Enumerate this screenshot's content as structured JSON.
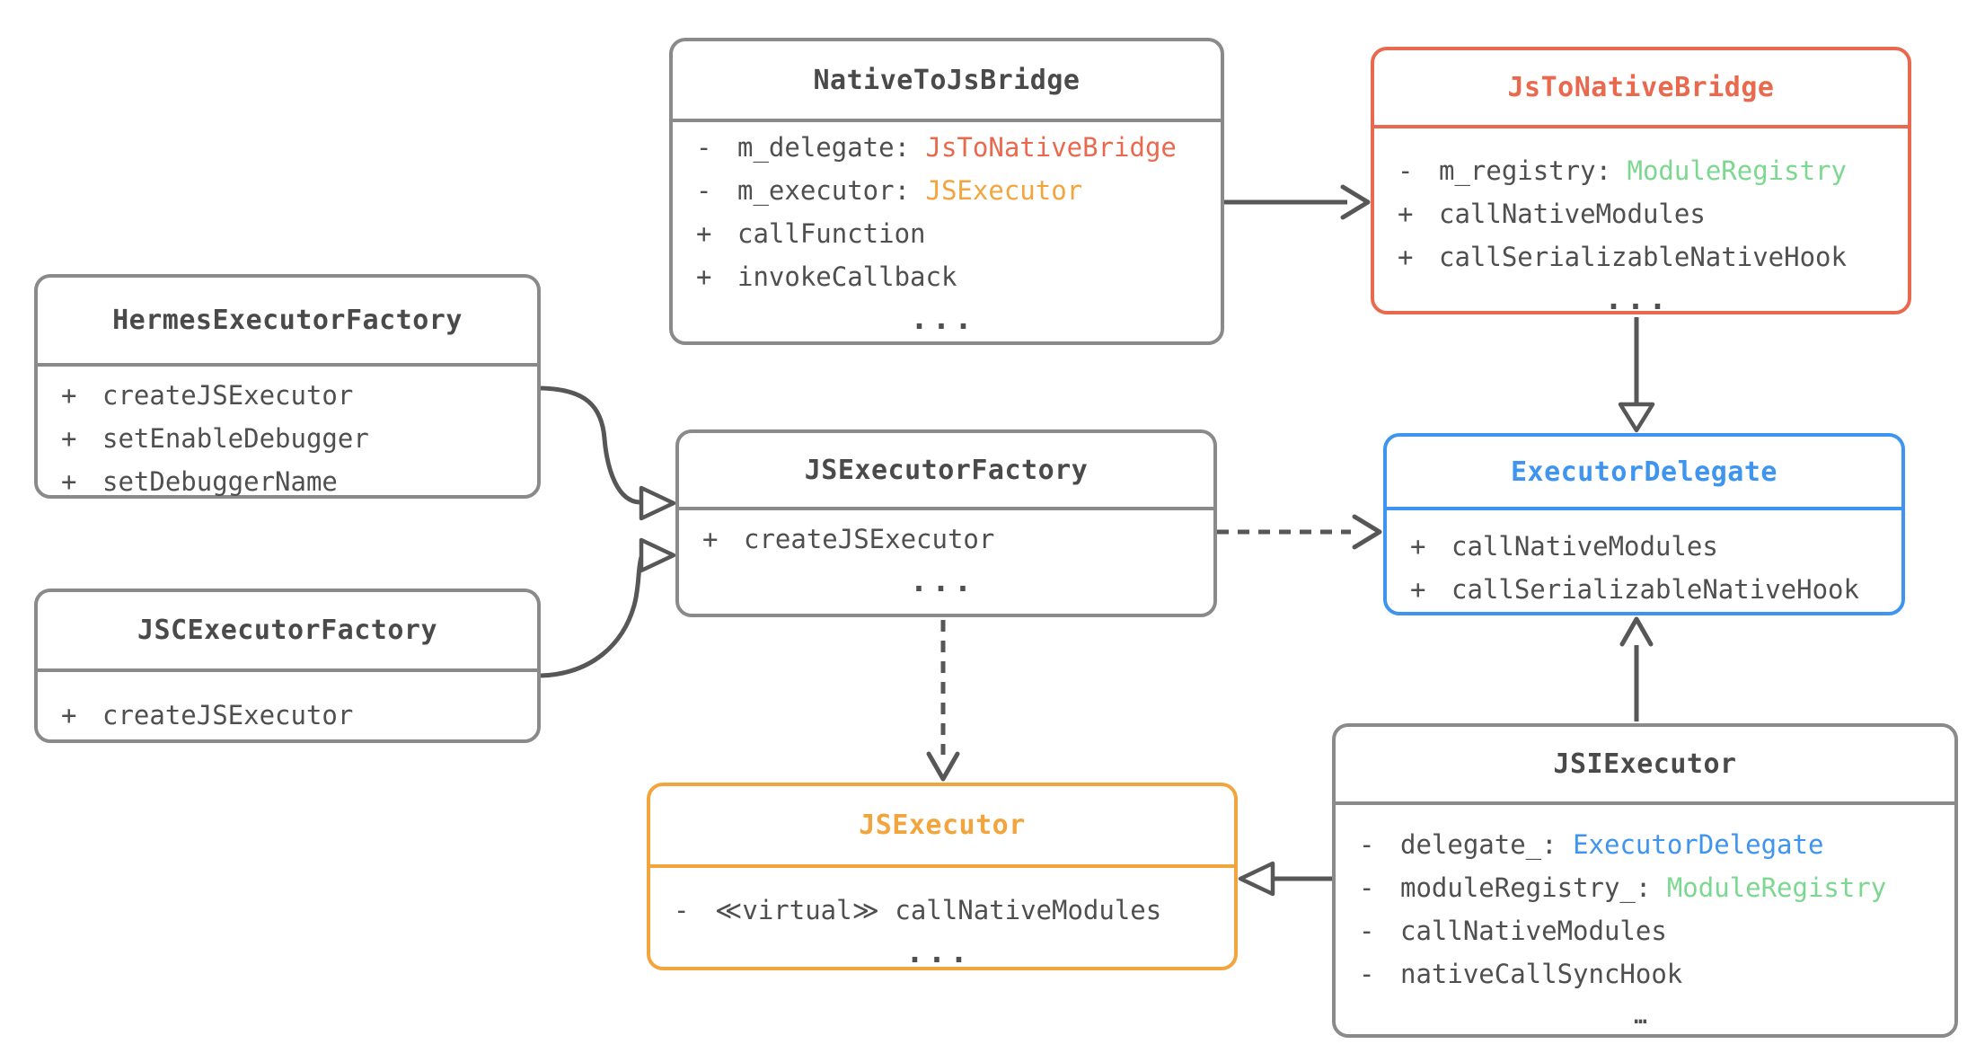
{
  "palette": {
    "gray": "#8A8A8A",
    "dark": "#4A4A4A",
    "text": "#4F4F4F",
    "red": "#E9694F",
    "orange": "#F2A53C",
    "blue": "#3E94EE",
    "green": "#7CD790",
    "arrow": "#575757"
  },
  "boxes": [
    {
      "id": "nativeToJsBridge",
      "title": "NativeToJsBridge",
      "title_color": "dark",
      "border": "gray",
      "members": [
        {
          "sign": "-",
          "parts": [
            {
              "t": "m_delegate: "
            },
            {
              "t": "JsToNativeBridge",
              "c": "red"
            }
          ]
        },
        {
          "sign": "-",
          "parts": [
            {
              "t": "m_executor: "
            },
            {
              "t": "JSExecutor",
              "c": "orange"
            }
          ]
        },
        {
          "sign": "+",
          "parts": [
            {
              "t": "callFunction"
            }
          ]
        },
        {
          "sign": "+",
          "parts": [
            {
              "t": "invokeCallback"
            }
          ]
        },
        {
          "ellipsis": "..."
        }
      ]
    },
    {
      "id": "jsToNativeBridge",
      "title": "JsToNativeBridge",
      "title_color": "red",
      "border": "red",
      "members": [
        {
          "sign": "-",
          "parts": [
            {
              "t": "m_registry: "
            },
            {
              "t": "ModuleRegistry",
              "c": "green"
            }
          ]
        },
        {
          "sign": "+",
          "parts": [
            {
              "t": "callNativeModules"
            }
          ]
        },
        {
          "sign": "+",
          "parts": [
            {
              "t": "callSerializableNativeHook"
            }
          ]
        },
        {
          "ellipsis": "..."
        }
      ]
    },
    {
      "id": "hermesExecutorFactory",
      "title": "HermesExecutorFactory",
      "title_color": "dark",
      "border": "gray",
      "members": [
        {
          "sign": "+",
          "parts": [
            {
              "t": "createJSExecutor"
            }
          ]
        },
        {
          "sign": "+",
          "parts": [
            {
              "t": "setEnableDebugger"
            }
          ]
        },
        {
          "sign": "+",
          "parts": [
            {
              "t": "setDebuggerName"
            }
          ]
        }
      ]
    },
    {
      "id": "jscExecutorFactory",
      "title": "JSCExecutorFactory",
      "title_color": "dark",
      "border": "gray",
      "members": [
        {
          "sign": "+",
          "parts": [
            {
              "t": "createJSExecutor"
            }
          ]
        }
      ]
    },
    {
      "id": "jsExecutorFactory",
      "title": "JSExecutorFactory",
      "title_color": "dark",
      "border": "gray",
      "members": [
        {
          "sign": "+",
          "parts": [
            {
              "t": "createJSExecutor"
            }
          ]
        },
        {
          "ellipsis": "..."
        }
      ]
    },
    {
      "id": "executorDelegate",
      "title": "ExecutorDelegate",
      "title_color": "blue",
      "border": "blue",
      "members": [
        {
          "sign": "+",
          "parts": [
            {
              "t": "callNativeModules"
            }
          ]
        },
        {
          "sign": "+",
          "parts": [
            {
              "t": "callSerializableNativeHook"
            }
          ]
        }
      ]
    },
    {
      "id": "jsExecutor",
      "title": "JSExecutor",
      "title_color": "orange",
      "border": "orange",
      "members": [
        {
          "sign": "-",
          "parts": [
            {
              "t": "≪virtual≫ callNativeModules"
            }
          ]
        },
        {
          "ellipsis": "..."
        }
      ]
    },
    {
      "id": "jsiExecutor",
      "title": "JSIExecutor",
      "title_color": "dark",
      "border": "gray",
      "members": [
        {
          "sign": "-",
          "parts": [
            {
              "t": "delegate_: "
            },
            {
              "t": "ExecutorDelegate",
              "c": "blue"
            }
          ]
        },
        {
          "sign": "-",
          "parts": [
            {
              "t": "moduleRegistry_: "
            },
            {
              "t": "ModuleRegistry",
              "c": "green"
            }
          ]
        },
        {
          "sign": "-",
          "parts": [
            {
              "t": "callNativeModules"
            }
          ]
        },
        {
          "sign": "-",
          "parts": [
            {
              "t": "nativeCallSyncHook"
            }
          ]
        },
        {
          "ellipsis": "…",
          "small": true
        }
      ]
    }
  ],
  "arrows": [
    {
      "id": "a1",
      "from": "NativeToJsBridge",
      "to": "JsToNativeBridge",
      "line": "solid",
      "head": "open"
    },
    {
      "id": "a2",
      "from": "JsToNativeBridge",
      "to": "ExecutorDelegate",
      "line": "solid",
      "head": "triangle"
    },
    {
      "id": "a3",
      "from": "HermesExecutorFactory",
      "to": "JSExecutorFactory",
      "line": "solid",
      "head": "triangle"
    },
    {
      "id": "a4",
      "from": "JSCExecutorFactory",
      "to": "JSExecutorFactory",
      "line": "solid",
      "head": "triangle"
    },
    {
      "id": "a5",
      "from": "JSExecutorFactory",
      "to": "ExecutorDelegate",
      "line": "dashed",
      "head": "open"
    },
    {
      "id": "a6",
      "from": "JSExecutorFactory",
      "to": "JSExecutor",
      "line": "dashed",
      "head": "open"
    },
    {
      "id": "a7",
      "from": "JSIExecutor",
      "to": "JSExecutor",
      "line": "solid",
      "head": "triangle"
    },
    {
      "id": "a8",
      "from": "JSIExecutor",
      "to": "ExecutorDelegate",
      "line": "solid",
      "head": "open"
    }
  ]
}
